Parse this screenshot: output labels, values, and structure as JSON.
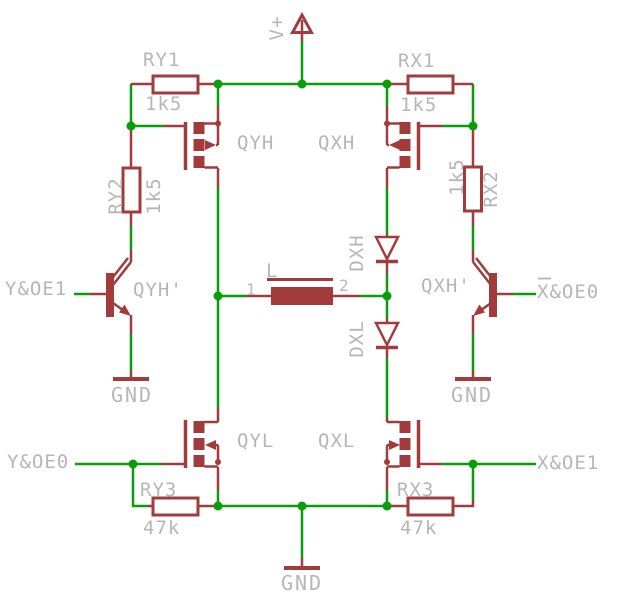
{
  "schematic": {
    "background": "#ffffff",
    "wire_color": "#0a9d0a",
    "part_color": "#a23c3c",
    "text_color": "#b6b6b6"
  },
  "power": {
    "vplus_label": "V+",
    "gnd_label": "GND"
  },
  "nets": {
    "y_oe1": "Y&OE1",
    "y_oe0": "Y&OE0",
    "x_oe0": "X&OE0",
    "x_oe1": "X&OE1"
  },
  "components": {
    "ry1": {
      "name": "RY1",
      "value": "1k5"
    },
    "rx1": {
      "name": "RX1",
      "value": "1k5"
    },
    "ry2": {
      "name": "RY2",
      "value": "1k5"
    },
    "rx2": {
      "name": "RX2",
      "value": "1k5"
    },
    "ry3": {
      "name": "RY3",
      "value": "47k"
    },
    "rx3": {
      "name": "RX3",
      "value": "47k"
    },
    "qyh": {
      "name": "QYH"
    },
    "qxh": {
      "name": "QXH"
    },
    "qyl": {
      "name": "QYL"
    },
    "qxl": {
      "name": "QXL"
    },
    "qyh_prime": {
      "name": "QYH'"
    },
    "qxh_prime": {
      "name": "QXH'"
    },
    "dxh": {
      "name": "DXH"
    },
    "dxl": {
      "name": "DXL"
    },
    "l": {
      "name": "L",
      "pin_1": "1",
      "pin_2": "2"
    }
  }
}
